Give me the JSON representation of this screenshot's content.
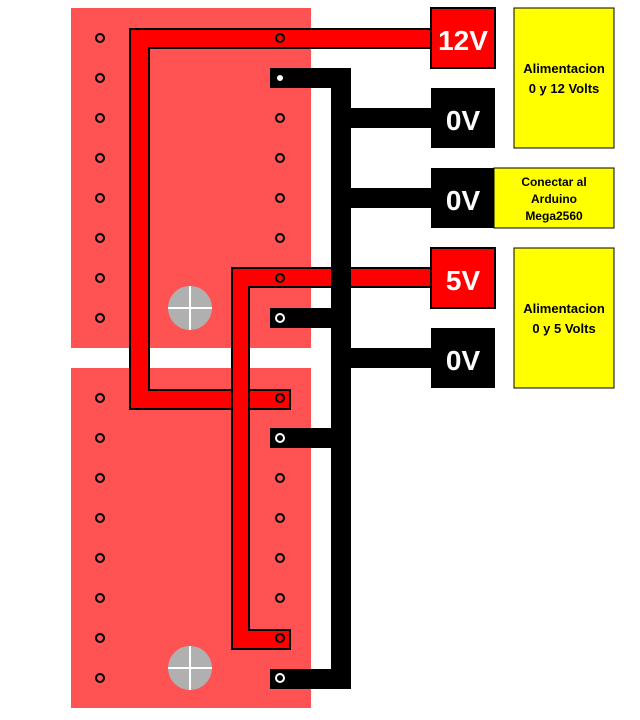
{
  "diagram": {
    "title": "Power wiring for two stepper driver boards",
    "colors": {
      "board": "#ff5252",
      "wire_positive": "#ff0000",
      "wire_ground": "#000000",
      "label_box": "#ffff00",
      "hole": "#000000",
      "mount": "#b0b0b0"
    },
    "terminals": {
      "v12": "12V",
      "gnd_a": "0V",
      "gnd_arduino": "0V",
      "v5": "5V",
      "gnd_b": "0V"
    },
    "notes": {
      "supply_12v": {
        "line1": "Alimentacion",
        "line2": "0 y 12 Volts"
      },
      "arduino": {
        "line1": "Conectar al",
        "line2": "Arduino",
        "line3": "Mega2560"
      },
      "supply_5v": {
        "line1": "Alimentacion",
        "line2": "0 y 5 Volts"
      }
    }
  }
}
